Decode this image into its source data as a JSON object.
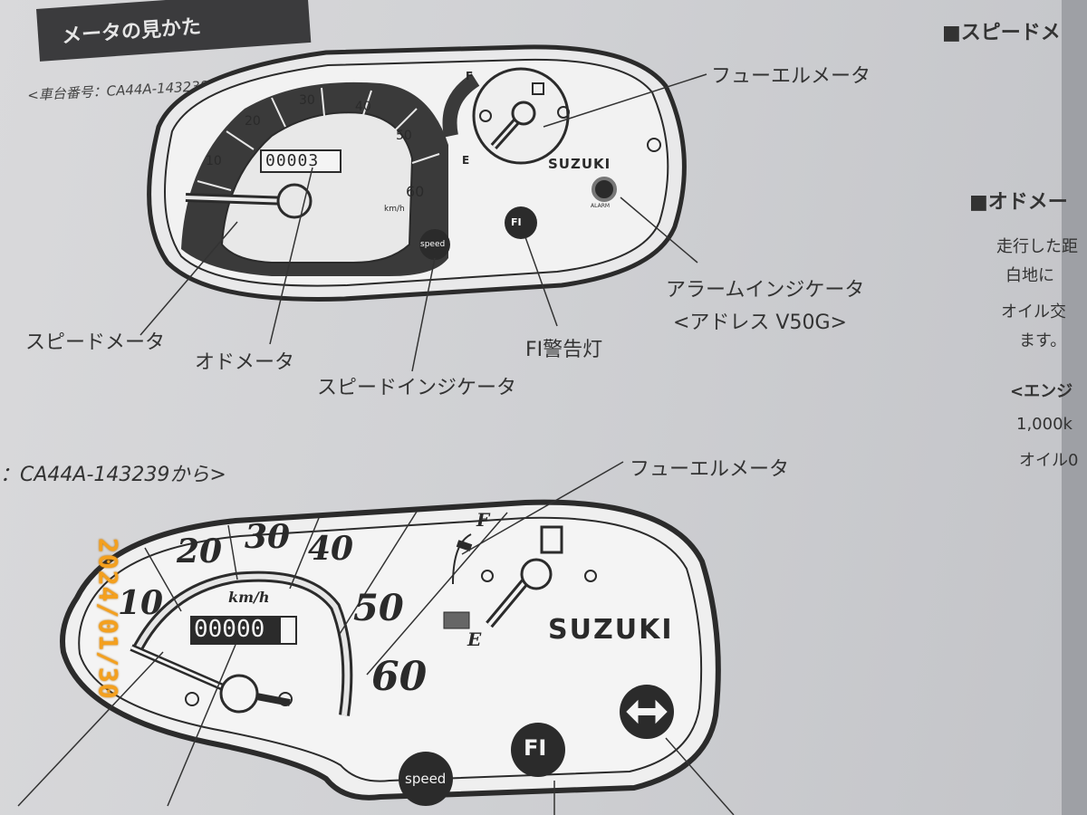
{
  "header": {
    "section_title": "メータの見かた"
  },
  "top_diagram": {
    "caption": "<車台番号：CA44A-143238まで>",
    "fuel_label": "フューエルメータ",
    "speed_label": "スピードメータ",
    "odo_label": "オドメータ",
    "speed_ind_label": "スピードインジケータ",
    "fi_label": "FI警告灯",
    "alarm_label": "アラームインジケータ",
    "alarm_model": "<アドレス V50G>",
    "odometer": "00003",
    "brand": "SUZUKI",
    "ticks": [
      "10",
      "20",
      "30",
      "40",
      "50",
      "60"
    ],
    "unit": "km/h",
    "fi_badge": "FI",
    "speed_badge": "speed",
    "alarm_badge": "ALARM",
    "fuel_f": "F",
    "fuel_e": "E"
  },
  "bottom_diagram": {
    "caption": "：CA44A-143239から>",
    "fuel_label": "フューエルメータ",
    "odometer": "00000",
    "brand": "SUZUKI",
    "ticks": [
      "10",
      "20",
      "30",
      "40",
      "50",
      "60"
    ],
    "unit": "km/h",
    "fi_badge": "FI",
    "speed_badge": "speed",
    "fuel_f": "F",
    "fuel_e": "E"
  },
  "right_column": {
    "heading_1": "■スピードメ",
    "heading_2": "■オドメー",
    "lines": [
      "走行した距",
      "白地に",
      "オイル交",
      "ます。",
      "<エンジ",
      "1,000k",
      "オイル0"
    ]
  },
  "date_stamp": "2024/01/30",
  "colors": {
    "paper": "#d4d5d8",
    "ink": "#2b2b2b",
    "stamp": "#f4a01e"
  },
  "icons": {
    "turn_signal": "turn-signal-icon",
    "fuel_pump": "fuel-pump-icon"
  }
}
